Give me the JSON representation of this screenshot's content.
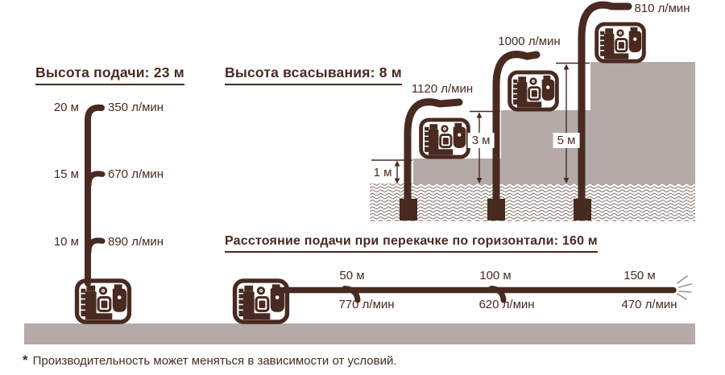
{
  "colors": {
    "brown": "#482a21",
    "gray": "#b4aaa7",
    "water_line": "#7b6a62",
    "spray": "#9b908b"
  },
  "sections": {
    "delivery_height": {
      "title": "Высота подачи: 23 м",
      "points": [
        {
          "height": "20 м",
          "flow": "350 л/мин"
        },
        {
          "height": "15 м",
          "flow": "670 л/мин"
        },
        {
          "height": "10 м",
          "flow": "890 л/мин"
        }
      ]
    },
    "suction_height": {
      "title": "Высота всасывания: 8 м",
      "points": [
        {
          "depth": "1 м",
          "flow": "1120 л/мин"
        },
        {
          "depth": "3 м",
          "flow": "1000 л/мин"
        },
        {
          "depth": "5 м",
          "flow": "810 л/мин"
        }
      ]
    },
    "horizontal_distance": {
      "title": "Расстояние подачи при перекачке по горизонтали: 160 м",
      "points": [
        {
          "distance": "50 м",
          "flow": "770 л/мин"
        },
        {
          "distance": "100 м",
          "flow": "620 л/мин"
        },
        {
          "distance": "150 м",
          "flow": "470 л/мин"
        }
      ]
    }
  },
  "footnote": {
    "marker": "*",
    "text": "Производительность может меняться в зависимости от условий."
  }
}
